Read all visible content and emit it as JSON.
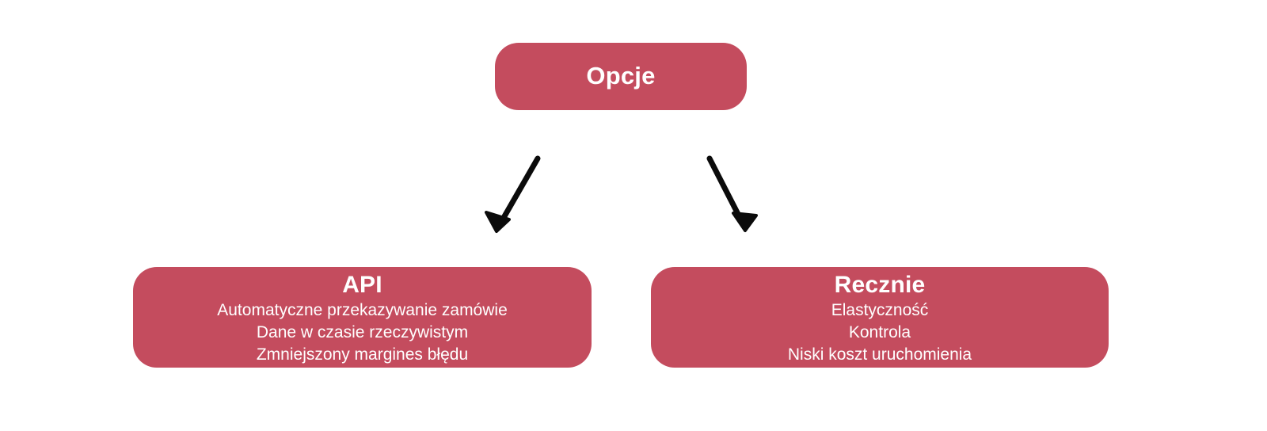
{
  "diagram": {
    "title_node": {
      "label": "Opcje"
    },
    "branches": [
      {
        "id": "api",
        "title": "API",
        "lines": [
          "Automatyczne przekazywanie zamówie",
          "Dane w czasie rzeczywistym",
          "Zmniejszony margines błędu"
        ]
      },
      {
        "id": "manual",
        "title": "Recznie",
        "lines": [
          "Elastyczność",
          "Kontrola",
          "Niski koszt uruchomienia"
        ]
      }
    ],
    "connectors": [
      {
        "name": "arrow-root-to-api",
        "direction": "down-left"
      },
      {
        "name": "arrow-root-to-manual",
        "direction": "down-right"
      }
    ],
    "colors": {
      "node_fill": "#c44c5e",
      "node_text": "#ffffff",
      "arrow": "#000000",
      "background": "#ffffff"
    }
  }
}
